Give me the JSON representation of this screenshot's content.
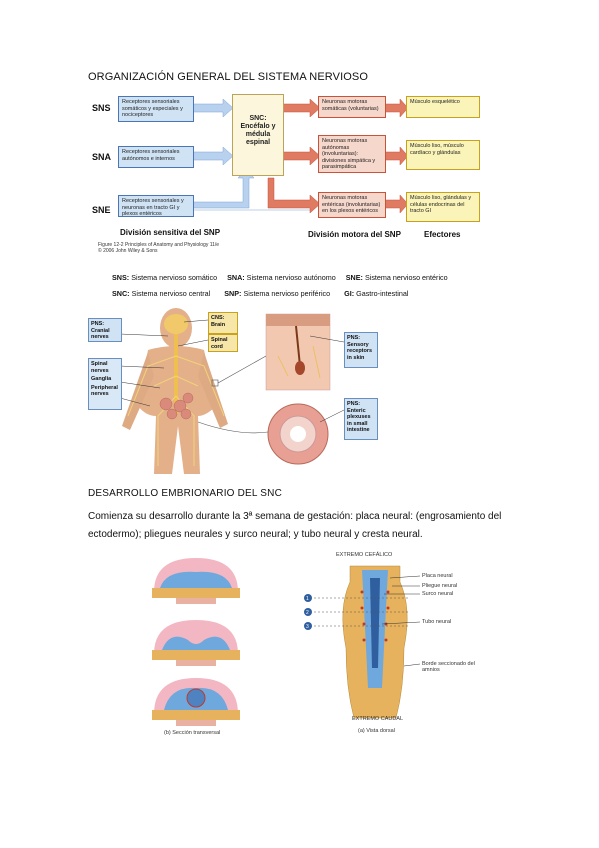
{
  "heading1": "ORGANIZACIÓN GENERAL DEL SISTEMA NERVIOSO",
  "diagram1": {
    "rows": [
      "SNS",
      "SNA",
      "SNE"
    ],
    "sensory_boxes": [
      "Receptores sensoriales somáticos y especiales y nociceptores",
      "Receptores sensoriales autónomos e internos",
      "Receptores sensoriales y neuronas en tracto GI y plexos entéricos"
    ],
    "cns_box": "SNC: Encéfalo y médula espinal",
    "motor_boxes": [
      "Neuronas motoras somáticas (voluntarias)",
      "Neuronas motoras autónomas (involuntarias): divisiones simpática y parasimpática",
      "Neuronas motoras entéricas (involuntarias) en los plexos entéricos"
    ],
    "effector_boxes": [
      "Músculo esquelético",
      "Músculo liso, músculo cardíaco y glándulas",
      "Músculo liso, glándulas y células endocrinas del tracto GI"
    ],
    "captions": {
      "sensory": "División sensitiva del SNP",
      "motor": "División motora del SNP",
      "effectors": "Efectores"
    },
    "credit_line1": "Figure 12-2 Principles of Anatomy and Physiology 11/e",
    "credit_line2": "© 2006 John Wiley & Sons"
  },
  "legend": {
    "row1": [
      {
        "abbr": "SNS:",
        "text": "Sistema nervioso somático"
      },
      {
        "abbr": "SNA:",
        "text": "Sistema nervioso autónomo"
      },
      {
        "abbr": "SNE:",
        "text": "Sistema nervioso entérico"
      }
    ],
    "row2": [
      {
        "abbr": "SNC:",
        "text": "Sistema nervioso central"
      },
      {
        "abbr": "SNP:",
        "text": "Sistema nervioso periférico"
      },
      {
        "abbr": "GI:",
        "text": "Gastro-intestinal"
      }
    ]
  },
  "diagram2": {
    "pns_label": "PNS: Cranial nerves",
    "spinal": "Spinal nerves",
    "ganglia": "Ganglia",
    "peripheral": "Peripheral nerves",
    "cns_label": "CNS: Brain",
    "spinal_cord": "Spinal cord",
    "sensory_label": "PNS: Sensory receptors in skin",
    "enteric_label": "PNS: Enteric plexuses in small intestine"
  },
  "heading2": "DESARROLLO EMBRIONARIO DEL SNC",
  "paragraph": "Comienza su desarrollo durante la 3ª semana de gestación: placa neural: (engrosamiento del ectodermo); pliegues neurales y surco neural; y tubo neural y cresta neural.",
  "diagram3": {
    "left_bottom": "(b) Sección transversal",
    "top": "EXTREMO CEFÁLICO",
    "bottom": "EXTREMO CAUDAL",
    "view": "(a) Vista dorsal",
    "labels": [
      "Placa neural",
      "Pliegue neural",
      "Surco neural",
      "Tubo neural",
      "Borde seccionado del amnios"
    ],
    "markers": [
      "1",
      "2",
      "3"
    ]
  },
  "colors": {
    "blue_box": "#cfe3f5",
    "red_box": "#f6d7cb",
    "yellow_box": "#fbf4b8",
    "arrow_blue": "#b7d1ee",
    "arrow_red": "#e07b63"
  }
}
